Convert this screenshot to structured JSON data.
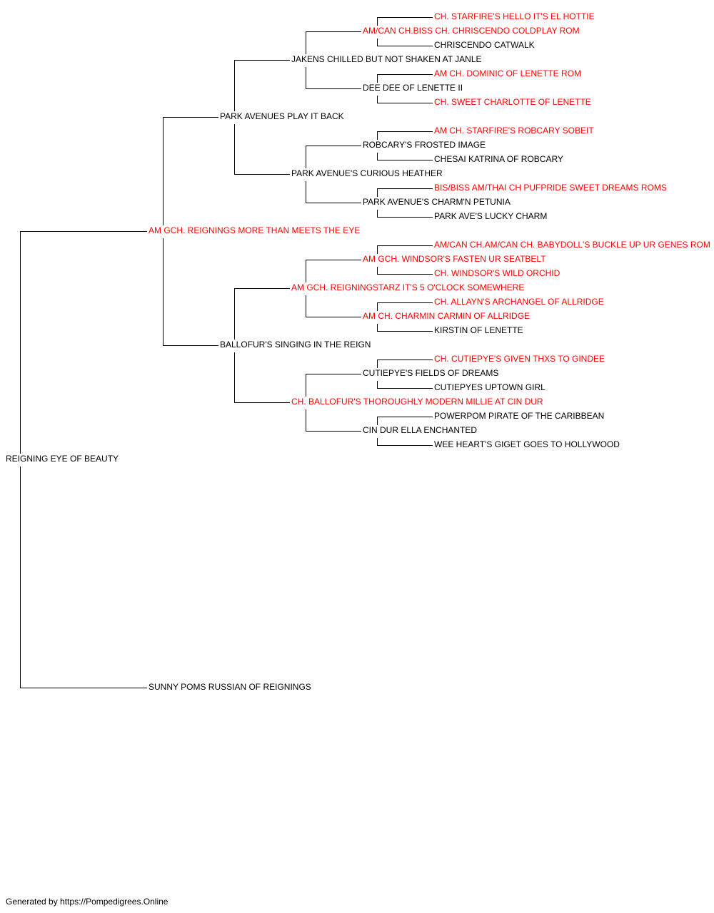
{
  "colors": {
    "champion": "#ff0000",
    "normal": "#000000",
    "line": "#000000"
  },
  "subject": {
    "name": "REIGNING EYE OF BEAUTY",
    "champion": false
  },
  "sire": {
    "name": "AM GCH. REIGNINGS MORE THAN MEETS THE EYE",
    "champion": true,
    "sire": {
      "name": "PARK AVENUES PLAY IT BACK",
      "champion": false,
      "sire": {
        "name": "JAKENS CHILLED BUT NOT SHAKEN AT JANLE",
        "champion": false,
        "sire": {
          "name": "AM/CAN CH.BISS CH. CHRISCENDO COLDPLAY ROM",
          "champion": true,
          "sire": {
            "name": "CH. STARFIRE'S HELLO IT'S EL HOTTIE",
            "champion": true
          },
          "dam": {
            "name": "CHRISCENDO CATWALK",
            "champion": false
          }
        },
        "dam": {
          "name": "DEE DEE OF LENETTE II",
          "champion": false,
          "sire": {
            "name": "AM CH. DOMINIC OF LENETTE ROM",
            "champion": true
          },
          "dam": {
            "name": "CH. SWEET CHARLOTTE OF LENETTE",
            "champion": true
          }
        }
      },
      "dam": {
        "name": "PARK AVENUE'S CURIOUS HEATHER",
        "champion": false,
        "sire": {
          "name": "ROBCARY'S FROSTED IMAGE",
          "champion": false,
          "sire": {
            "name": "AM CH. STARFIRE'S ROBCARY SOBEIT",
            "champion": true
          },
          "dam": {
            "name": "CHESAI KATRINA OF ROBCARY",
            "champion": false
          }
        },
        "dam": {
          "name": "PARK AVENUE'S CHARM'N PETUNIA",
          "champion": false,
          "sire": {
            "name": "BIS/BISS AM/THAI CH PUFPRIDE SWEET DREAMS ROMS",
            "champion": true
          },
          "dam": {
            "name": "PARK AVE'S LUCKY CHARM",
            "champion": false
          }
        }
      }
    },
    "dam": {
      "name": "BALLOFUR'S SINGING IN THE REIGN",
      "champion": false,
      "sire": {
        "name": "AM GCH. REIGNINGSTARZ IT'S 5 O'CLOCK SOMEWHERE",
        "champion": true,
        "sire": {
          "name": "AM GCH. WINDSOR'S FASTEN UR SEATBELT",
          "champion": true,
          "sire": {
            "name": "AM/CAN CH.AM/CAN CH. BABYDOLL'S BUCKLE UP UR GENES ROM",
            "champion": true
          },
          "dam": {
            "name": "CH. WINDSOR'S WILD ORCHID",
            "champion": true
          }
        },
        "dam": {
          "name": "AM CH. CHARMIN CARMIN OF ALLRIDGE",
          "champion": true,
          "sire": {
            "name": "CH. ALLAYN'S ARCHANGEL OF ALLRIDGE",
            "champion": true
          },
          "dam": {
            "name": "KIRSTIN OF LENETTE",
            "champion": false
          }
        }
      },
      "dam": {
        "name": "CH. BALLOFUR'S THOROUGHLY MODERN MILLIE AT CIN DUR",
        "champion": true,
        "sire": {
          "name": "CUTIEPYE'S FIELDS OF DREAMS",
          "champion": false,
          "sire": {
            "name": "CH. CUTIEPYE'S GIVEN THXS TO GINDEE",
            "champion": true
          },
          "dam": {
            "name": "CUTIEPYES UPTOWN GIRL",
            "champion": false
          }
        },
        "dam": {
          "name": "CIN DUR ELLA ENCHANTED",
          "champion": false,
          "sire": {
            "name": "POWERPOM PIRATE OF THE CARIBBEAN",
            "champion": false
          },
          "dam": {
            "name": "WEE HEART'S GIGET GOES TO HOLLYWOOD",
            "champion": false
          }
        }
      }
    }
  },
  "dam": {
    "name": "SUNNY POMS RUSSIAN OF REIGNINGS",
    "champion": false
  },
  "footer": "Generated by https://Pompedigrees.Online"
}
